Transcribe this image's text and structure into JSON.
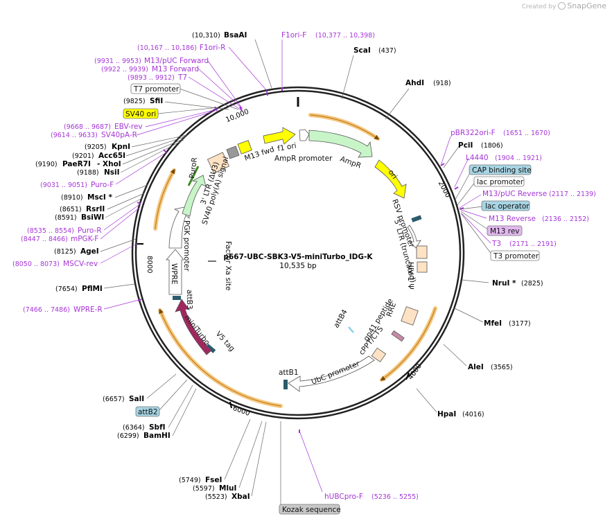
{
  "credit": {
    "prefix": "Created by",
    "brand": "SnapGene"
  },
  "plasmid": {
    "name": "p667-UBC-SBK3-V5-miniTurbo_IDG-K",
    "length": "10,535 bp"
  },
  "ticks": [
    "10,000",
    "2000",
    "4000",
    "6000",
    "8000"
  ],
  "enzymes": [
    {
      "pos": "(10,310)",
      "name": "BsaAI"
    },
    {
      "name": "ScaI",
      "pos": "(437)"
    },
    {
      "name": "AhdI",
      "pos": "(918)"
    },
    {
      "name": "PciI",
      "pos": "(1806)"
    },
    {
      "name": "NruI *",
      "pos": "(2825)"
    },
    {
      "name": "MfeI",
      "pos": "(3177)"
    },
    {
      "name": "AleI",
      "pos": "(3565)"
    },
    {
      "name": "HpaI",
      "pos": "(4016)"
    },
    {
      "pos": "(9825)",
      "name": "SfiI"
    },
    {
      "pos": "(9205)",
      "name": "KpnI"
    },
    {
      "pos": "(9201)",
      "name": "Acc65I"
    },
    {
      "pos": "(9190)",
      "name": "PaeR7I",
      "extra": "- XhoI"
    },
    {
      "pos": "(9188)",
      "name": "NsiI"
    },
    {
      "pos": "(8910)",
      "name": "MscI *"
    },
    {
      "pos": "(8651)",
      "name": "RsrII"
    },
    {
      "pos": "(8591)",
      "name": "BsiWI"
    },
    {
      "pos": "(8125)",
      "name": "AgeI"
    },
    {
      "pos": "(7654)",
      "name": "PflMI"
    },
    {
      "pos": "(6657)",
      "name": "SalI"
    },
    {
      "pos": "(6364)",
      "name": "SbfI"
    },
    {
      "pos": "(6299)",
      "name": "BamHI"
    },
    {
      "pos": "(5749)",
      "name": "FseI"
    },
    {
      "pos": "(5597)",
      "name": "MluI"
    },
    {
      "pos": "(5523)",
      "name": "XbaI"
    }
  ],
  "primers": [
    {
      "name": "F1ori-F",
      "pos": "(10,377 .. 10,398)"
    },
    {
      "pos": "(10,167 .. 10,186)",
      "name": "F1ori-R"
    },
    {
      "pos": "(9931 .. 9953)",
      "name": "M13/pUC Forward"
    },
    {
      "pos": "(9922 .. 9939)",
      "name": "M13 Forward"
    },
    {
      "pos": "(9893 .. 9912)",
      "name": "T7"
    },
    {
      "pos": "(9668 .. 9687)",
      "name": "EBV-rev"
    },
    {
      "pos": "(9614 .. 9633)",
      "name": "SV40pA-R"
    },
    {
      "pos": "(9031 .. 9051)",
      "name": "Puro-F"
    },
    {
      "pos": "(8535 .. 8554)",
      "name": "Puro-R"
    },
    {
      "pos": "(8447 .. 8466)",
      "name": "mPGK-F"
    },
    {
      "pos": "(8050 .. 8073)",
      "name": "MSCV-rev"
    },
    {
      "pos": "(7466 .. 7486)",
      "name": "WPRE-R"
    },
    {
      "name": "pBR322ori-F",
      "pos": "(1651 .. 1670)"
    },
    {
      "name": "L4440",
      "pos": "(1904 .. 1921)"
    },
    {
      "name": "M13/pUC Reverse",
      "pos": "(2117 .. 2139)"
    },
    {
      "name": "M13 Reverse",
      "pos": "(2136 .. 2152)"
    },
    {
      "name": "T3",
      "pos": "(2171 .. 2191)"
    },
    {
      "name": "hUBCpro-F",
      "pos": "(5236 .. 5255)"
    }
  ],
  "boxed": {
    "t7_promoter": "T7 promoter",
    "sv40_ori": "SV40 ori",
    "cap_site": "CAP binding site",
    "lac_promoter": "lac promoter",
    "lac_operator": "lac operator",
    "m13_rev": "M13 rev",
    "t3_promoter": "T3 promoter",
    "attb2": "attB2",
    "kozak": "Kozak sequence"
  },
  "features": {
    "m13_fwd": "M13 fwd",
    "f1_ori": "f1 ori",
    "ampr_promoter": "AmpR promoter",
    "ampr": "AmpR",
    "ori": "ori",
    "rsv_promoter": "RSV promoter",
    "ltr5": "5' LTR (truncated)",
    "hiv1_psi": "HIV-1 Ψ",
    "rre": "RRE",
    "gp41": "gp41 peptide",
    "cppt": "cPPT/CTS",
    "attb4": "attB4",
    "attb1": "attB1",
    "ubc_promoter": "UbC promoter",
    "v5_tag": "V5 tag",
    "miniturbo": "miniTurbo",
    "attb3": "attB3",
    "wpre": "WPRE",
    "pgk_promoter": "PGK promoter",
    "puror": "PuroR",
    "sv40_polya": "SV40 poly(A) signal",
    "ltr3": "3' LTR (ΔU3)",
    "factor_xa": "Factor Xa site"
  },
  "colors": {
    "backbone": "#222222",
    "primer": "#a534d6",
    "orange_arc": "#f5c77e",
    "ampr": "#c8f5c8",
    "ori_yellow": "#ffff00",
    "miniturbo": "#a0285f",
    "ltr": "#fde2c4",
    "box_blue": "#a7d4e3"
  }
}
